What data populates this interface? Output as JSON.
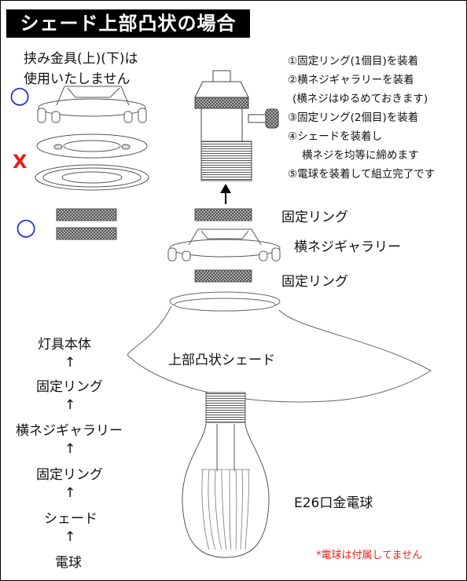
{
  "title": "シェード上部凸状の場合",
  "clamp_note": [
    "挟み金具(上)(下)は",
    "使用いたしません"
  ],
  "marks": {
    "ok": "○",
    "ng": "X",
    "ok_color": "#1f2bd6",
    "ng_color": "#e8201c"
  },
  "steps": [
    "①固定リング(1個目)を装着",
    "②横ネジギャラリーを装着",
    "(横ネジはゆるめておきます)",
    "③固定リング(2個目)を装着",
    "④シェードを装着し",
    "横ネジを均等に締めます",
    "⑤電球を装着して組立完了です"
  ],
  "part_labels": {
    "ring_top": "固定リング",
    "gallery": "横ネジギャラリー",
    "ring_bottom": "固定リング",
    "shade": "上部凸状シェード",
    "bulb": "E26口金電球"
  },
  "flow": [
    "灯具本体",
    "↑",
    "固定リング",
    "↑",
    "横ネジギャラリー",
    "↑",
    "固定リング",
    "↑",
    "シェード",
    "↑",
    "電球"
  ],
  "bulb_note": "*電球は付属してません"
}
